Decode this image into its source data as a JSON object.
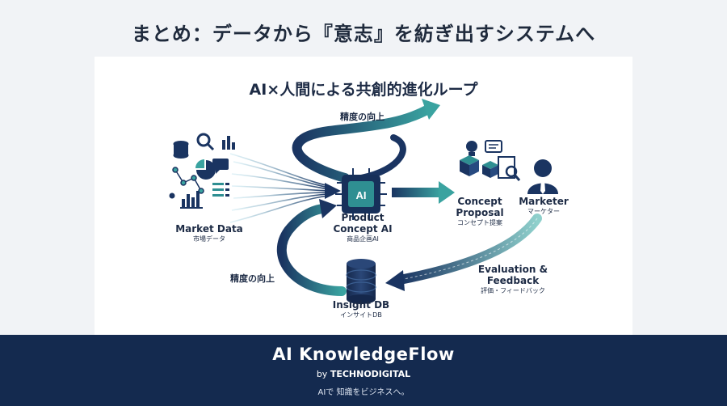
{
  "page": {
    "title": "まとめ：データから『意志』を紡ぎ出すシステムへ"
  },
  "diagram": {
    "title": "AI×人間による共創的進化ループ",
    "nodes": {
      "market_data": {
        "label": "Market Data",
        "sublabel": "市場データ"
      },
      "product_ai": {
        "label": "Product\nConcept AI",
        "sublabel": "商品企画AI"
      },
      "concept": {
        "label": "Concept\nProposal",
        "sublabel": "コンセプト提案"
      },
      "marketer": {
        "label": "Marketer",
        "sublabel": "マーケター"
      },
      "evaluation": {
        "label": "Evaluation &\nFeedback",
        "sublabel": "評価・フィードバック"
      },
      "insight_db": {
        "label": "Insight DB",
        "sublabel": "インサイトDB"
      }
    },
    "accuracy_top": "精度の向上",
    "accuracy_left": "精度の向上",
    "chip_text": "AI",
    "colors": {
      "navy": "#1a3461",
      "teal": "#2f8f92",
      "light_teal": "#7fc9c4"
    }
  },
  "footer": {
    "brand": "AI KnowledgeFlow",
    "by": "by",
    "company": "TECHNODIGITAL",
    "tagline": "AIで 知識をビジネスへ。"
  }
}
